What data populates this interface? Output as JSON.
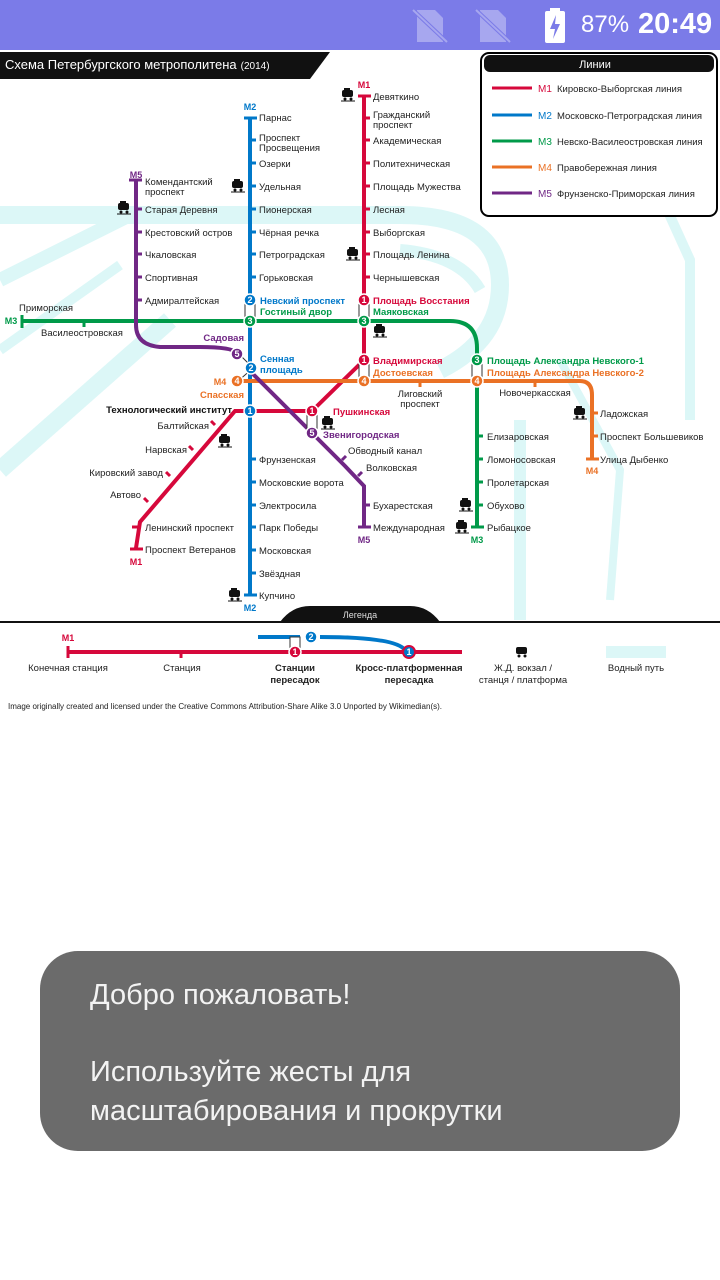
{
  "status_bar": {
    "battery": "87%",
    "time": "20:49",
    "icons": [
      "no-sim-icon",
      "no-sim-icon",
      "battery-charging-icon"
    ]
  },
  "map": {
    "title": "Схема Петербургского метрополитена",
    "year": "(2014)",
    "legend_box": {
      "title": "Линии",
      "items": [
        {
          "code": "M1",
          "name": "Кировско-Выборгская линия",
          "color": "#d6083b"
        },
        {
          "code": "M2",
          "name": "Московско-Петроградская линия",
          "color": "#0078c9"
        },
        {
          "code": "M3",
          "name": "Невско-Василеостровская линия",
          "color": "#009a49"
        },
        {
          "code": "M4",
          "name": "Правобережная линия",
          "color": "#ea7125"
        },
        {
          "code": "M5",
          "name": "Фрунзенско-Приморская линия",
          "color": "#702785"
        }
      ]
    },
    "line_labels": {
      "m1": "M1",
      "m2": "M2",
      "m3": "M3",
      "m4": "M4",
      "m5": "M5"
    },
    "stations": {
      "m1": [
        "Девяткино",
        "Гражданский",
        "проспект",
        "Академическая",
        "Политехническая",
        "Площадь Мужества",
        "Лесная",
        "Выборгская",
        "Площадь Ленина",
        "Чернышевская",
        "Площадь Восстания",
        "Владимирская",
        "Пушкинская",
        "Технологический институт",
        "Балтийская",
        "Нарвская",
        "Кировский завод",
        "Автово",
        "Ленинский проспект",
        "Проспект Ветеранов"
      ],
      "m2": [
        "Парнас",
        "Проспект",
        "Просвещения",
        "Озерки",
        "Удельная",
        "Пионерская",
        "Чёрная речка",
        "Петроградская",
        "Горьковская",
        "Невский проспект",
        "Сенная",
        "площадь",
        "Фрунзенская",
        "Московские ворота",
        "Электросила",
        "Парк Победы",
        "Московская",
        "Звёздная",
        "Купчино"
      ],
      "m3": [
        "Приморская",
        "Василеостровская",
        "Гостиный двор",
        "Маяковская",
        "Площадь Александра Невского-1",
        "Елизаровская",
        "Ломоносовская",
        "Пролетарская",
        "Обухово",
        "Рыбацкое"
      ],
      "m4": [
        "Спасская",
        "Достоевская",
        "Лиговский",
        "проспект",
        "Площадь Александра Невского-2",
        "Новочеркасская",
        "Ладожская",
        "Проспект Большевиков",
        "Улица Дыбенко"
      ],
      "m5": [
        "Комендантский",
        "проспект",
        "Старая Деревня",
        "Крестовский остров",
        "Чкаловская",
        "Спортивная",
        "Адмиралтейская",
        "Садовая",
        "Звенигородская",
        "Обводный канал",
        "Волковская",
        "Бухарестская",
        "Международная"
      ]
    },
    "legend_tab": "Легенда",
    "bottom_legend": {
      "m1": "M1",
      "items": [
        "Конечная станция",
        "Станция",
        "Станции",
        "пересадок",
        "Кросс-платформенная",
        "пересадка",
        "Ж.Д. вокзал /",
        "станця / платформа",
        "Водный путь"
      ]
    },
    "credit": "Image originally created and licensed under the Creative Commons Attribution-Share Alike 3.0 Unported by Wikimedian(s).",
    "colors": {
      "m1": "#d6083b",
      "m2": "#0078c9",
      "m3": "#009a49",
      "m4": "#ea7125",
      "m5": "#702785",
      "water": "#dcf7f7"
    }
  },
  "toast": {
    "title": "Добро пожаловать!",
    "body": "Используйте жесты для масштабирования и прокрутки"
  }
}
